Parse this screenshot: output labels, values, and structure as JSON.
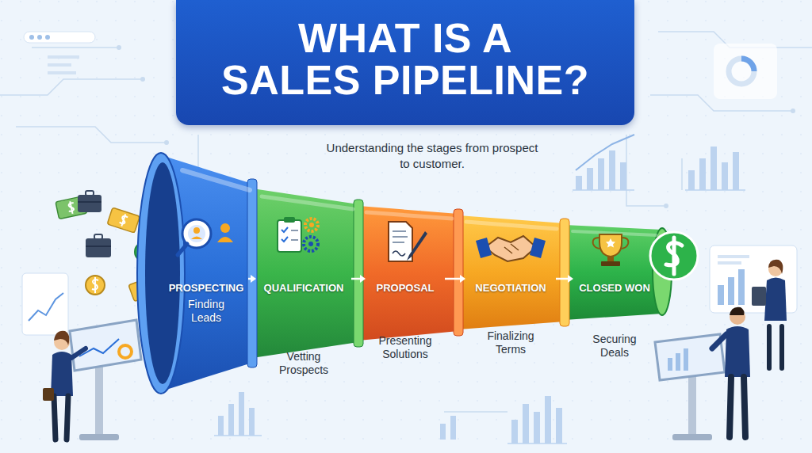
{
  "diagram": {
    "title": "WHAT IS A SALES PIPELINE?",
    "caption": "Understanding the stages from prospect to customer.",
    "nodes": [
      {
        "text": [
          "PROSPECTING",
          "Finding Leads"
        ]
      },
      {
        "text": [
          "QUALIFICATION",
          "Vetting Prospects"
        ]
      },
      {
        "text": [
          "PROPOSAL",
          "Presenting Solutions"
        ]
      },
      {
        "text": [
          "NEGOTIATION",
          "Finalizing Terms"
        ]
      },
      {
        "text": [
          "CLOSED WON",
          "Securing Deals"
        ]
      }
    ],
    "edges": [
      {
        "from": 0,
        "to": 1,
        "arrow": "to"
      },
      {
        "from": 1,
        "to": 2,
        "arrow": "to"
      },
      {
        "from": 2,
        "to": 3,
        "arrow": "to"
      },
      {
        "from": 3,
        "to": 4,
        "arrow": "to"
      }
    ]
  }
}
